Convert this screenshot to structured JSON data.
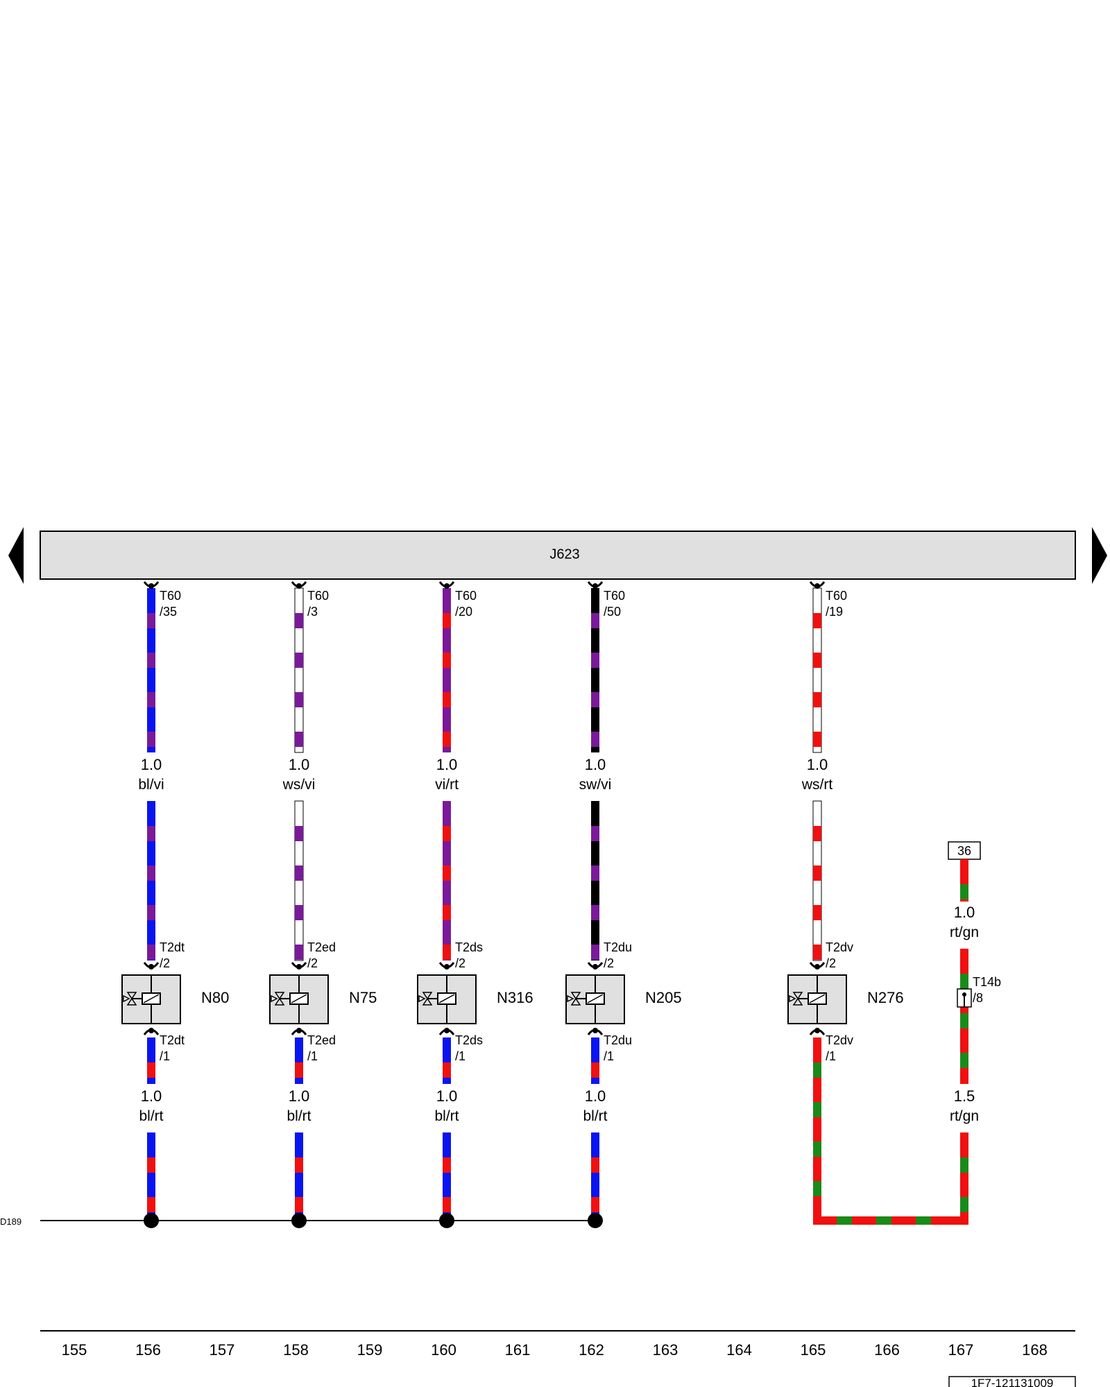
{
  "control_unit": {
    "label": "J623"
  },
  "ground": {
    "label": "D189"
  },
  "footer": {
    "columns": [
      "155",
      "156",
      "157",
      "158",
      "159",
      "160",
      "161",
      "162",
      "163",
      "164",
      "165",
      "166",
      "167",
      "168"
    ],
    "doc_id": "1F7-121131009"
  },
  "colors": {
    "bl": "#0a14f0",
    "vi": "#7a1a9a",
    "rt": "#f01010",
    "ws": "#ffffff",
    "sw": "#000000",
    "gn": "#1a8a1a",
    "box_fill": "#e0e0e0"
  },
  "circuits": [
    {
      "component": "N80",
      "top_connector": {
        "name": "T60",
        "pin": "/35"
      },
      "upper_wire": {
        "size": "1.0",
        "color": "bl/vi"
      },
      "valve_top": {
        "name": "T2dt",
        "pin": "/2"
      },
      "valve_bottom": {
        "name": "T2dt",
        "pin": "/1"
      },
      "lower_wire": {
        "size": "1.0",
        "color": "bl/rt"
      }
    },
    {
      "component": "N75",
      "top_connector": {
        "name": "T60",
        "pin": "/3"
      },
      "upper_wire": {
        "size": "1.0",
        "color": "ws/vi"
      },
      "valve_top": {
        "name": "T2ed",
        "pin": "/2"
      },
      "valve_bottom": {
        "name": "T2ed",
        "pin": "/1"
      },
      "lower_wire": {
        "size": "1.0",
        "color": "bl/rt"
      }
    },
    {
      "component": "N316",
      "top_connector": {
        "name": "T60",
        "pin": "/20"
      },
      "upper_wire": {
        "size": "1.0",
        "color": "vi/rt"
      },
      "valve_top": {
        "name": "T2ds",
        "pin": "/2"
      },
      "valve_bottom": {
        "name": "T2ds",
        "pin": "/1"
      },
      "lower_wire": {
        "size": "1.0",
        "color": "bl/rt"
      }
    },
    {
      "component": "N205",
      "top_connector": {
        "name": "T60",
        "pin": "/50"
      },
      "upper_wire": {
        "size": "1.0",
        "color": "sw/vi"
      },
      "valve_top": {
        "name": "T2du",
        "pin": "/2"
      },
      "valve_bottom": {
        "name": "T2du",
        "pin": "/1"
      },
      "lower_wire": {
        "size": "1.0",
        "color": "bl/rt"
      }
    },
    {
      "component": "N276",
      "top_connector": {
        "name": "T60",
        "pin": "/19"
      },
      "upper_wire": {
        "size": "1.0",
        "color": "ws/rt"
      },
      "valve_top": {
        "name": "T2dv",
        "pin": "/2"
      },
      "valve_bottom": {
        "name": "T2dv",
        "pin": "/1"
      }
    }
  ],
  "supply": {
    "terminal": "36",
    "upper_wire": {
      "size": "1.0",
      "color": "rt/gn"
    },
    "connector": {
      "name": "T14b",
      "pin": "/8"
    },
    "lower_wire": {
      "size": "1.5",
      "color": "rt/gn"
    }
  }
}
